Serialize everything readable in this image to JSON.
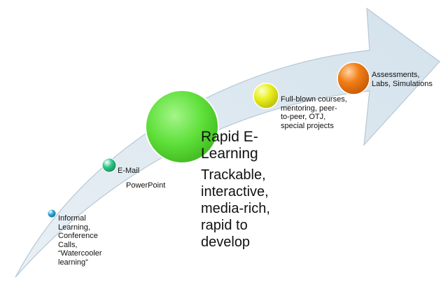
{
  "colors": {
    "arrow_fill": "#dde8f0",
    "arrow_stroke": "#b6c8d6",
    "bubble_informal": "#2aa8d8",
    "bubble_email": "#33c98a",
    "bubble_rapid": "#5fe03a",
    "bubble_fullblown": "#eaf020",
    "bubble_assessments": "#f27d14"
  },
  "stages": [
    {
      "id": "informal",
      "label": "Informal\nLearning,\nConference\nCalls,\n“Watercooler\nlearning”"
    },
    {
      "id": "email",
      "label": "E-Mail",
      "sublabel": "PowerPoint"
    },
    {
      "id": "rapid",
      "label": "Rapid E-\nLearning",
      "sublabel": "Trackable,\ninteractive,\nmedia-rich,\nrapid to\ndevelop"
    },
    {
      "id": "fullblown",
      "label": "Full-blown courses,\nmentoring, peer-\nto-peer, OTJ,\nspecial projects"
    },
    {
      "id": "assessments",
      "label": "Assessments,\nLabs, Simulations"
    }
  ]
}
